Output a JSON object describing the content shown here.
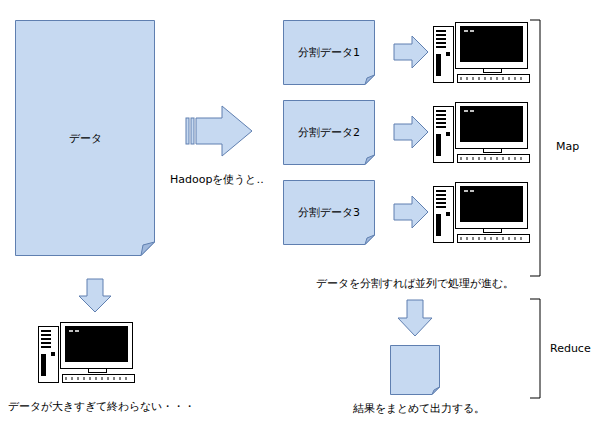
{
  "diagram": {
    "nodes": [
      {
        "text": [
          "データ"
        ]
      },
      {
        "text": [
          "分割データ1"
        ]
      },
      {
        "text": [
          "分割データ2"
        ]
      },
      {
        "text": [
          "分割データ3"
        ]
      }
    ],
    "labels": [
      "Hadoopを使うと‥",
      "データを分割すれば並列で処理が進む。",
      "Map",
      "Reduce",
      "結果をまとめて出力する。",
      "データが大きすぎて終わらない・・・"
    ]
  }
}
